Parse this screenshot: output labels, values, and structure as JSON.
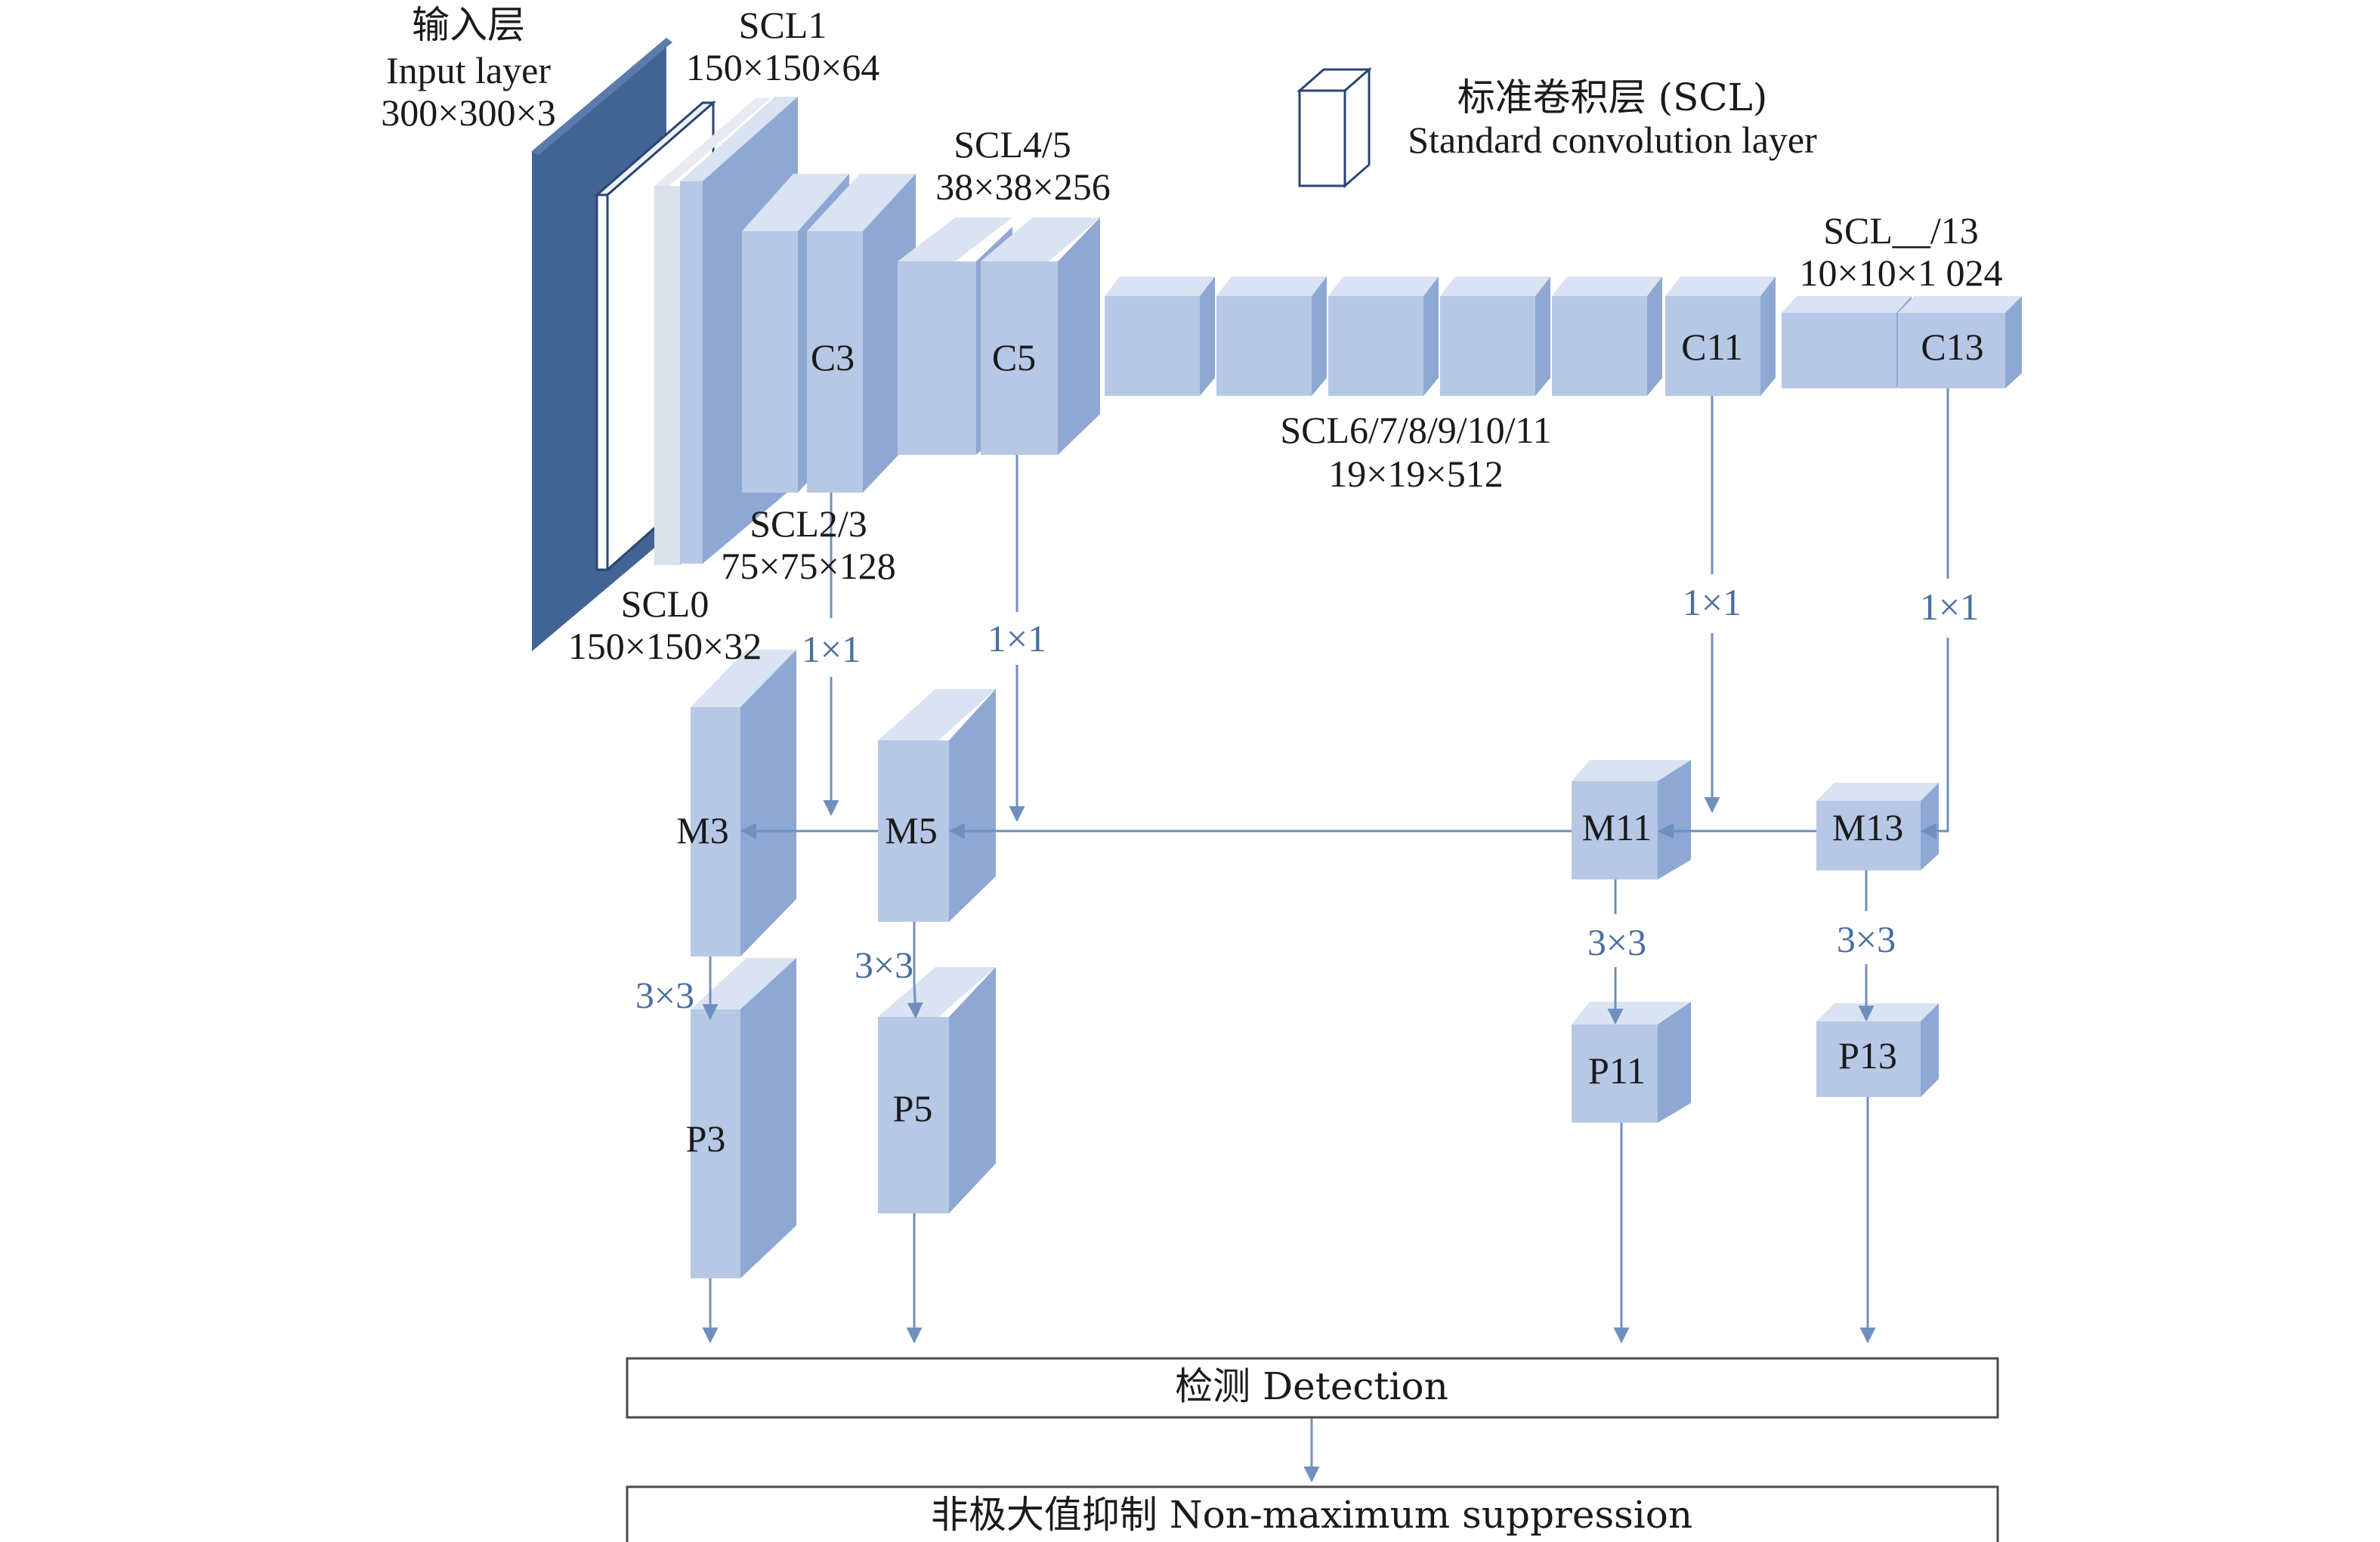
{
  "title": "",
  "input_layer": {
    "label_cn": "输入层",
    "label_en": "Input layer",
    "size": "300×300×3"
  },
  "scl1": {
    "name": "SCL1",
    "size": "150×150×64"
  },
  "scl0": {
    "name": "SCL0",
    "size": "150×150×32"
  },
  "scl23": {
    "name": "SCL2/3",
    "size": "75×75×128"
  },
  "scl45": {
    "name": "SCL4/5",
    "size": "38×38×256"
  },
  "scl6_11": {
    "name": "SCL6/7/8/9/10/11",
    "size": "19×19×512"
  },
  "scl13": {
    "name": "SCL__/13",
    "size": "10×10×1 024"
  },
  "legend": {
    "label_cn": "标准卷积层 (SCL)",
    "label_en": "Standard convolution layer"
  },
  "nodes": {
    "c3": "C3",
    "c5": "C5",
    "c11": "C11",
    "c13": "C13",
    "m3": "M3",
    "m5": "M5",
    "m11": "M11",
    "m13": "M13",
    "p3": "P3",
    "p5": "P5",
    "p11": "P11",
    "p13": "P13"
  },
  "ops": {
    "conv1x1": "1×1",
    "conv3x3": "3×3"
  },
  "detection": "检测 Detection",
  "nms": "非极大值抑制 Non-maximum suppression",
  "colors": {
    "dark_layer": "#416494",
    "box_front": "#b6c8e6",
    "box_top": "#d9e3f2",
    "box_side": "#8ea7d3",
    "arrow": "#6f8fbf"
  }
}
